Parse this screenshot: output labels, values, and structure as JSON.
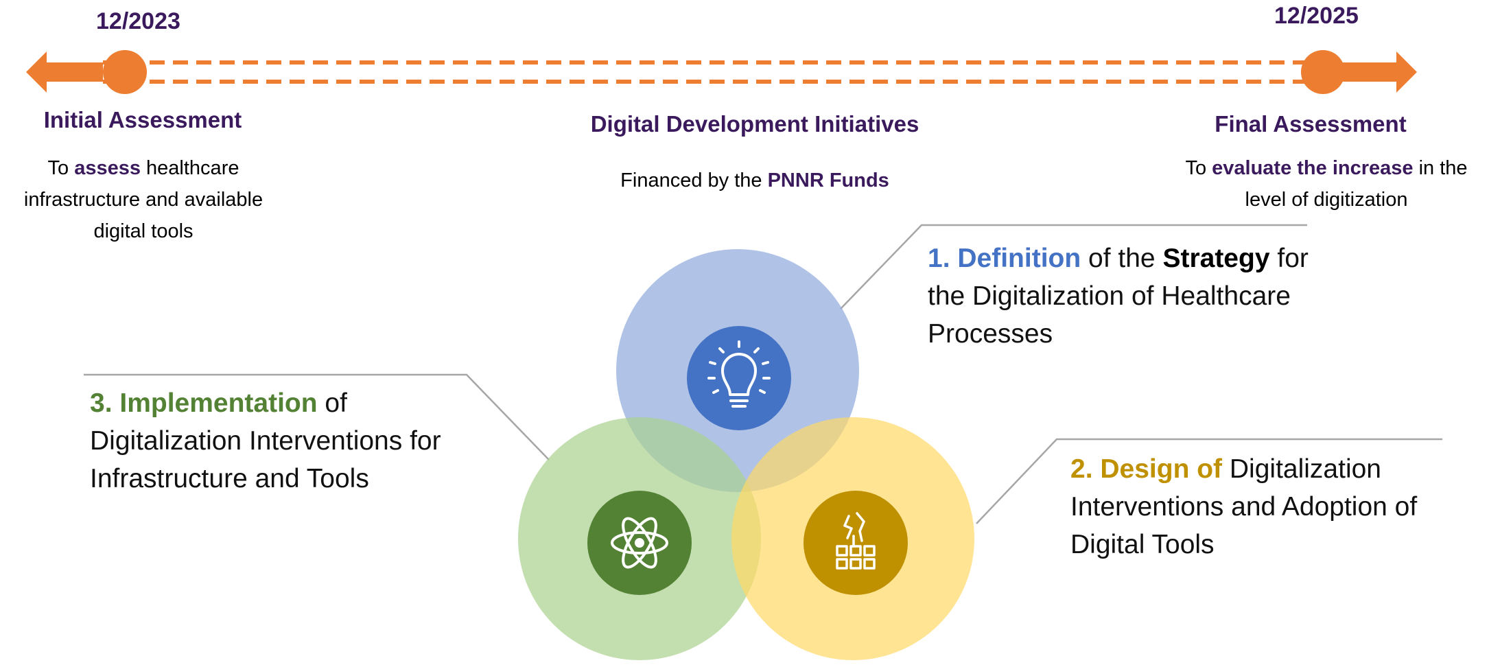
{
  "colors": {
    "timeline_orange": "#ed7d31",
    "title_purple": "#3a1a5c",
    "blue": "#4472c4",
    "blue_light": "#8faadc",
    "gold": "#bf9000",
    "gold_light": "#ffd966",
    "green": "#548235",
    "green_light": "#a9d18e",
    "connector_gray": "#a6a6a6"
  },
  "timeline": {
    "start_date": "12/2023",
    "end_date": "12/2025"
  },
  "phases": {
    "initial": {
      "title": "Initial Assessment",
      "desc_pre": "To",
      "desc_em": "assess",
      "desc_post": "healthcare infrastructure and available digital tools"
    },
    "middle": {
      "title": "Digital Development Initiatives",
      "desc_pre": "Financed by the",
      "desc_em": "PNNR Funds"
    },
    "final": {
      "title": "Final Assessment",
      "desc_pre": "To",
      "desc_em": "evaluate the increase",
      "desc_post": "in the level of digitization"
    }
  },
  "callouts": {
    "strategy": {
      "number": "1.",
      "keyword": "Definition",
      "mid": "of the",
      "bold": "Strategy",
      "rest": "for the Digitalization of Healthcare Processes",
      "icon": "lightbulb-icon"
    },
    "design": {
      "number": "2.",
      "keyword": "Design of",
      "rest": "Digitalization Interventions and Adoption of Digital Tools",
      "icon": "hand-building-blocks-icon"
    },
    "implementation": {
      "number": "3.",
      "keyword": "Implementation",
      "mid": "of",
      "rest": "Digitalization Interventions for Infrastructure and Tools",
      "icon": "atom-icon"
    }
  }
}
